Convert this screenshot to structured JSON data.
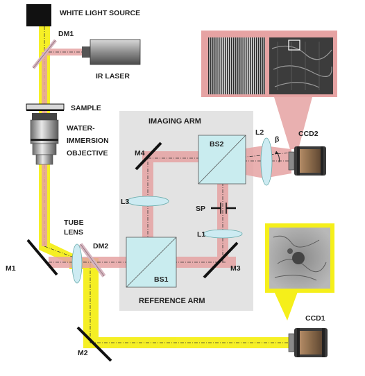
{
  "labels": {
    "white_light_source": "WHITE LIGHT SOURCE",
    "dm1": "DM1",
    "ir_laser": "IR LASER",
    "sample": "SAMPLE",
    "objective_line1": "WATER-",
    "objective_line2": "IMMERSION",
    "objective_line3": "OBJECTIVE",
    "imaging_arm": "IMAGING ARM",
    "reference_arm": "REFERENCE ARM",
    "m4": "M4",
    "bs2": "BS2",
    "l2": "L2",
    "beta": "β",
    "ccd2": "CCD2",
    "l3": "L3",
    "sp": "SP",
    "l1": "L1",
    "tube_lens_line1": "TUBE",
    "tube_lens_line2": "LENS",
    "dm2": "DM2",
    "m1": "M1",
    "bs1": "BS1",
    "m3": "M3",
    "ccd1": "CCD1",
    "m2": "M2"
  },
  "colors": {
    "white_light_beam": "#f5ef1a",
    "ir_beam": "#e6a3a3",
    "arm_panel": "#e3e3e3",
    "cube": "#c9ecef",
    "lens": "#cdebf2",
    "mirror": "#111111",
    "dm": "#d6b6c0"
  },
  "icons": [
    "camera-icon",
    "laser-icon",
    "interferogram-image",
    "cell-image"
  ]
}
